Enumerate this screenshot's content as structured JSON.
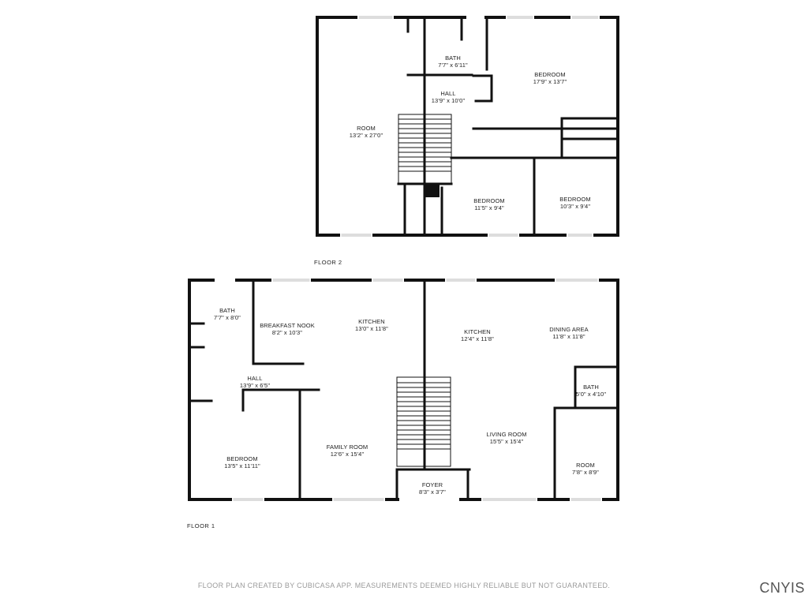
{
  "floors": {
    "floor2": {
      "label": "FLOOR 2",
      "rooms": {
        "room": {
          "name": "ROOM",
          "dims": "13'2\" x 27'0\""
        },
        "bath": {
          "name": "BATH",
          "dims": "7'7\" x 6'11\""
        },
        "hall": {
          "name": "HALL",
          "dims": "13'9\" x 10'0\""
        },
        "bedroom_main": {
          "name": "BEDROOM",
          "dims": "17'9\" x 13'7\""
        },
        "bedroom_mid": {
          "name": "BEDROOM",
          "dims": "11'5\" x 9'4\""
        },
        "bedroom_right": {
          "name": "BEDROOM",
          "dims": "10'3\" x 9'4\""
        }
      }
    },
    "floor1": {
      "label": "FLOOR 1",
      "rooms": {
        "bath": {
          "name": "BATH",
          "dims": "7'7\" x 8'0\""
        },
        "breakfast_nook": {
          "name": "BREAKFAST NOOK",
          "dims": "8'2\" x 10'3\""
        },
        "kitchen_left": {
          "name": "KITCHEN",
          "dims": "13'0\" x 11'8\""
        },
        "kitchen_right": {
          "name": "KITCHEN",
          "dims": "12'4\" x 11'8\""
        },
        "dining_area": {
          "name": "DINING AREA",
          "dims": "11'8\" x 11'8\""
        },
        "hall": {
          "name": "HALL",
          "dims": "13'9\" x 6'5\""
        },
        "bath_small": {
          "name": "BATH",
          "dims": "5'0\" x 4'10\""
        },
        "bedroom": {
          "name": "BEDROOM",
          "dims": "13'5\" x 11'11\""
        },
        "family_room": {
          "name": "FAMILY ROOM",
          "dims": "12'6\" x 15'4\""
        },
        "living_room": {
          "name": "LIVING ROOM",
          "dims": "15'5\" x 15'4\""
        },
        "room": {
          "name": "ROOM",
          "dims": "7'8\" x 8'9\""
        },
        "foyer": {
          "name": "FOYER",
          "dims": "8'3\" x 3'7\""
        }
      }
    }
  },
  "footer_text": "FLOOR PLAN CREATED BY CUBICASA APP. MEASUREMENTS DEEMED HIGHLY RELIABLE BUT NOT GUARANTEED.",
  "brand": "CNYIS",
  "colors": {
    "wall": "#111111",
    "window": "#bbbbbb",
    "text": "#222222",
    "footer": "#9a9a9a"
  }
}
